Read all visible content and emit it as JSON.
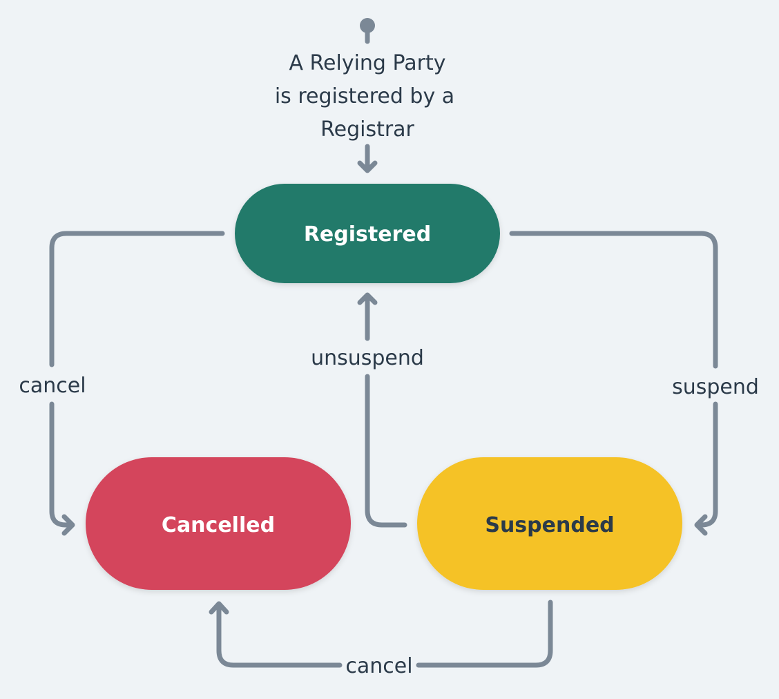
{
  "colors": {
    "background": "#eff3f6",
    "connector": "#7b8896",
    "text": "#2b3a49",
    "registered": "#217a6b",
    "cancelled": "#d4455b",
    "suspended": "#f5c228"
  },
  "start": {
    "lines": [
      "A Relying Party",
      "is registered by a",
      "Registrar"
    ]
  },
  "states": {
    "registered": {
      "label": "Registered"
    },
    "cancelled": {
      "label": "Cancelled"
    },
    "suspended": {
      "label": "Suspended"
    }
  },
  "transitions": {
    "registered_to_cancelled": "cancel",
    "registered_to_suspended": "suspend",
    "suspended_to_registered": "unsuspend",
    "suspended_to_cancelled": "cancel"
  }
}
